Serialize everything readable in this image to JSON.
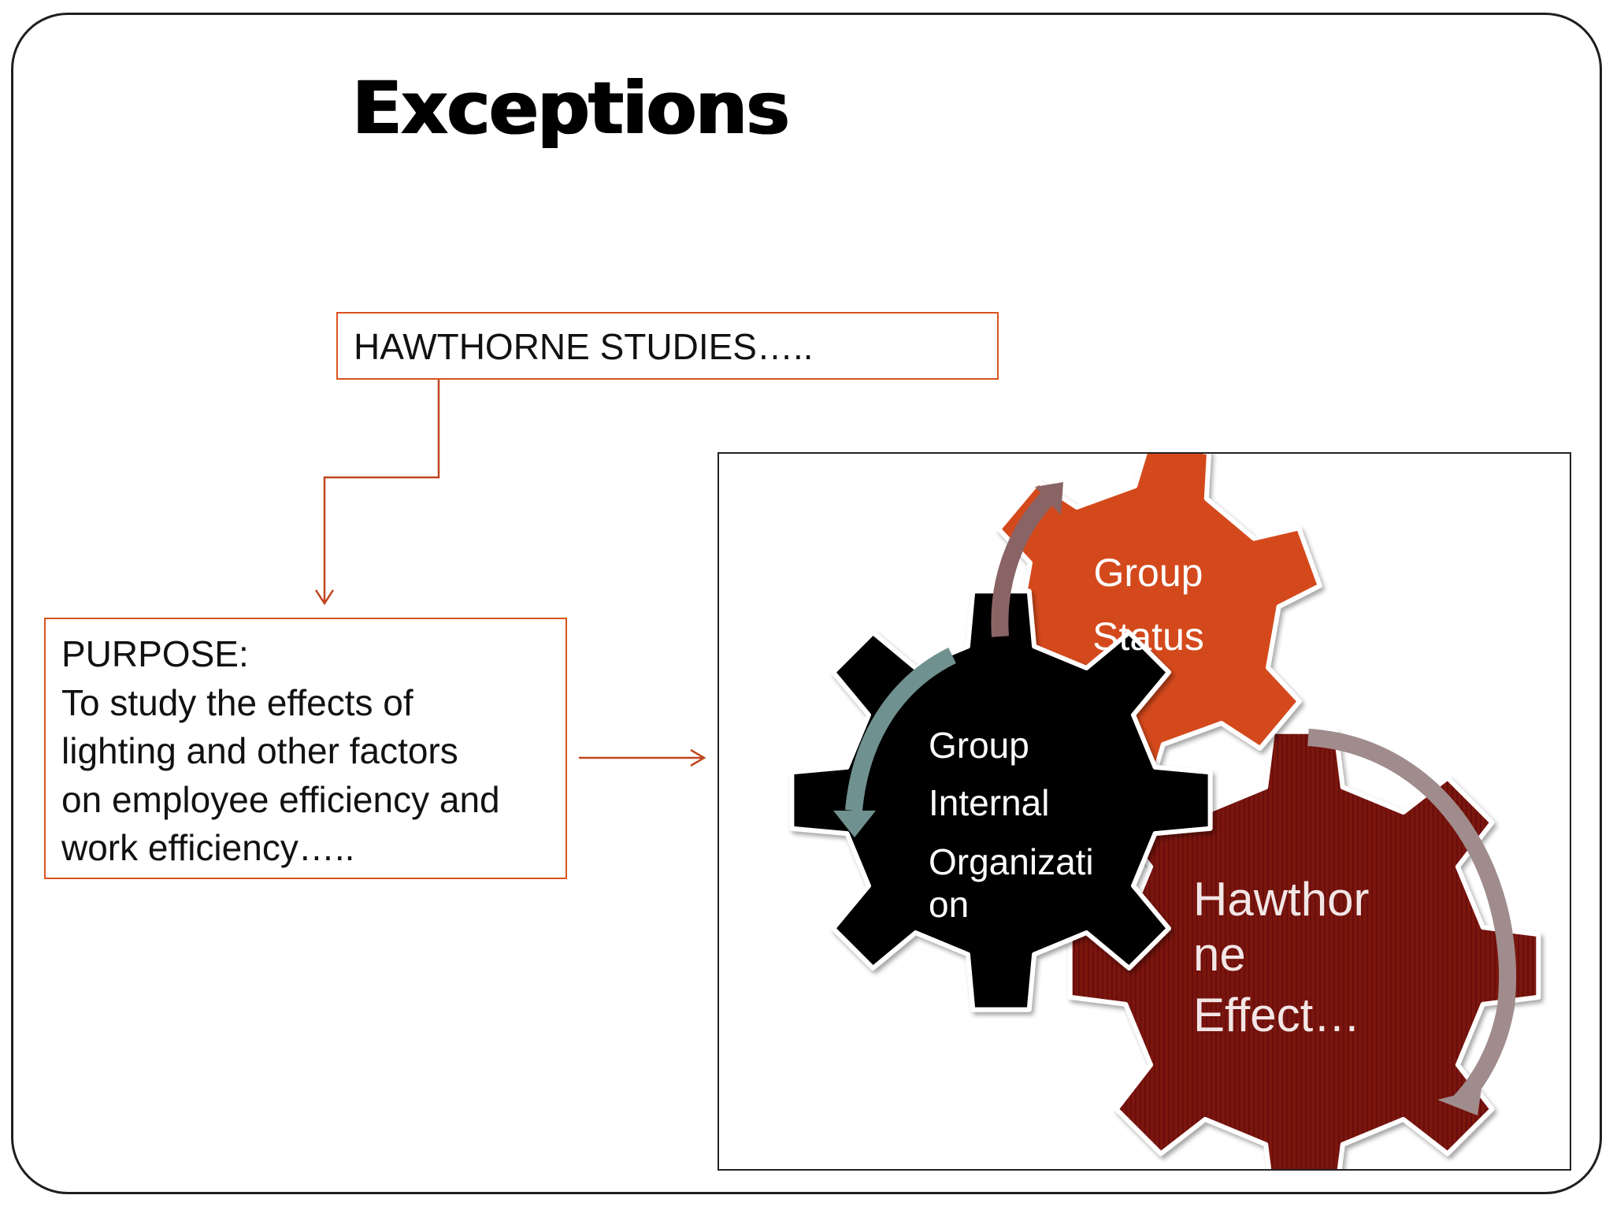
{
  "title": "Exceptions",
  "hawthorne_box": {
    "text": "HAWTHORNE STUDIES….."
  },
  "purpose_box": {
    "lines": [
      "PURPOSE:",
      "To study the effects of",
      "lighting and other factors",
      "on employee efficiency and",
      "work efficiency….."
    ]
  },
  "gear_diagram": {
    "group_status": {
      "lines": [
        "Group",
        "Status"
      ],
      "color": "#d4481a"
    },
    "group_internal": {
      "lines": [
        "Group",
        "Internal",
        "Organizati",
        "on"
      ],
      "color": "#000000"
    },
    "hawthorne_effect": {
      "lines": [
        "Hawthor",
        "ne",
        "Effect…"
      ],
      "color": "#7a1210"
    },
    "arrow_colors": {
      "top_arrow": "#8a6464",
      "left_arrow": "#6f9190",
      "right_arrow": "#a08c8c"
    }
  },
  "colors": {
    "box_border": "#d9531e",
    "connector": "#c0451e",
    "text": "#111111"
  }
}
